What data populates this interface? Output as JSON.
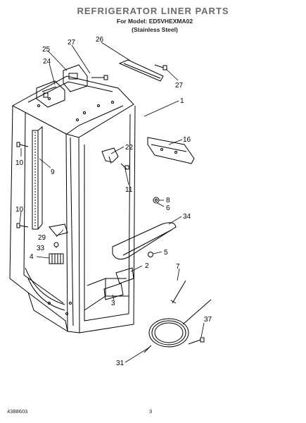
{
  "header": {
    "title": "REFRIGERATOR LINER PARTS",
    "model": "For Model: ED5VHEXMA02",
    "finish": "(Stainless Steel)"
  },
  "footer": {
    "doc_number": "4388603",
    "page_number": "3"
  },
  "callouts": [
    "25",
    "27",
    "26",
    "24",
    "27",
    "1",
    "16",
    "22",
    "10",
    "9",
    "11",
    "8",
    "6",
    "10",
    "34",
    "29",
    "33",
    "5",
    "4",
    "2",
    "7",
    "3",
    "37",
    "31"
  ]
}
